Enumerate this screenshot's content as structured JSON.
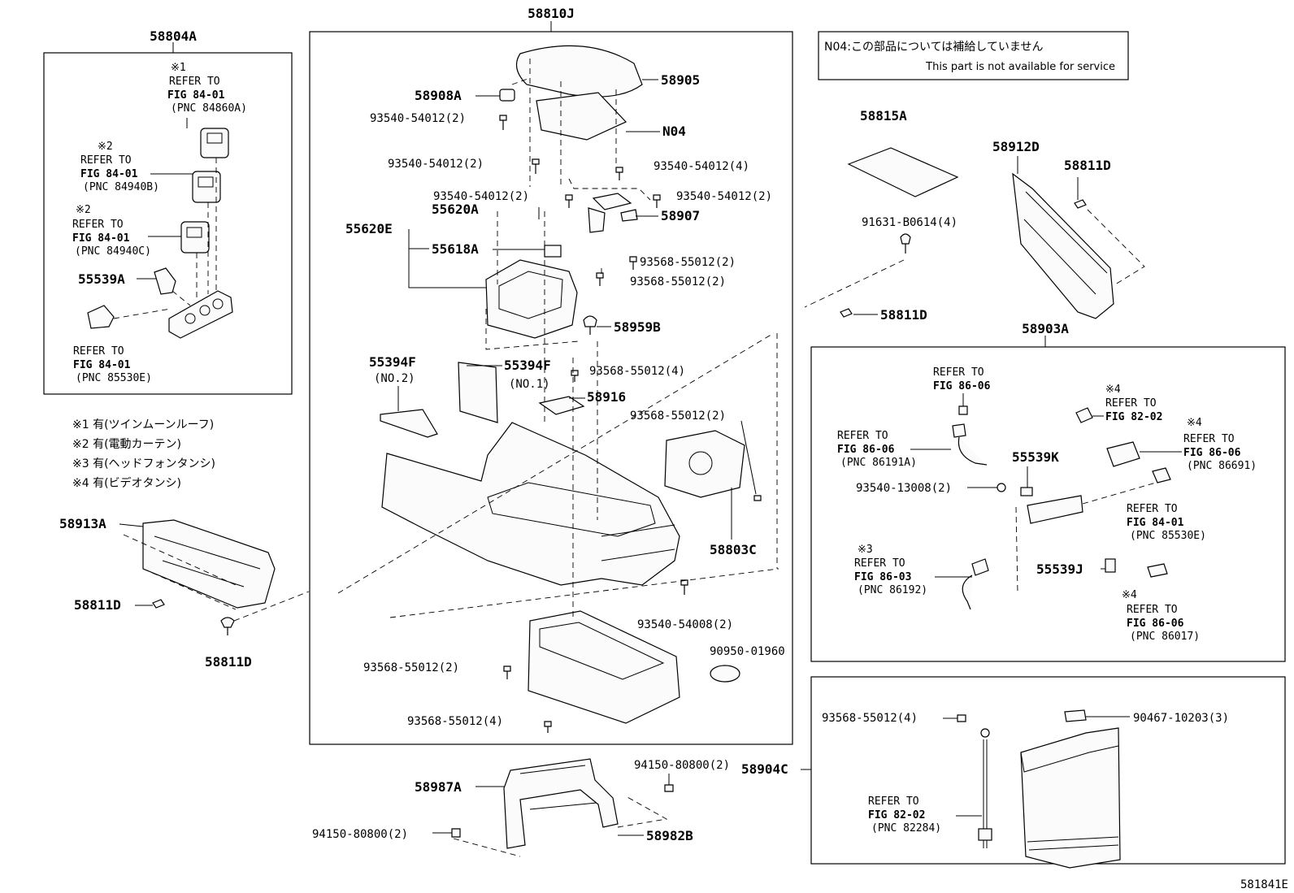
{
  "header": {
    "assembly_main": "58810J",
    "assembly_left": "58804A",
    "assembly_right": "58903A",
    "assembly_box": "58904C",
    "diagram_number": "581841E"
  },
  "notice": {
    "code_line": "N04:この部品については補給していません",
    "english_line": "This part is not available for service"
  },
  "left_box": {
    "ref1": {
      "mark": "※1",
      "line1": "REFER TO",
      "line2": "FIG 84-01",
      "line3": "(PNC 84860A)"
    },
    "ref2": {
      "mark": "※2",
      "line1": "REFER TO",
      "line2": "FIG 84-01",
      "line3": "(PNC 84940B)"
    },
    "ref3": {
      "mark": "※2",
      "line1": "REFER TO",
      "line2": "FIG 84-01",
      "line3": "(PNC 84940C)"
    },
    "part": "55539A",
    "ref4": {
      "line1": "REFER TO",
      "line2": "FIG 84-01",
      "line3": "(PNC 85530E)"
    }
  },
  "legend": [
    "※1 有(ツインムーンルーフ)",
    "※2 有(電動カーテン)",
    "※3 有(ヘッドフォンタンシ)",
    "※4 有(ビデオタンシ)"
  ],
  "main_parts": {
    "p58905": "58905",
    "p58908A": "58908A",
    "b1": "93540-54012(2)",
    "n04": "N04",
    "b2": "93540-54012(2)",
    "b3": "93540-54012(4)",
    "b4": "93540-54012(2)",
    "b5": "93540-54012(2)",
    "p55620A": "55620A",
    "p55620E": "55620E",
    "p58907": "58907",
    "p55618A": "55618A",
    "s1": "93568-55012(2)",
    "s2": "93568-55012(2)",
    "p58959B": "58959B",
    "p55394F_a": "55394F",
    "p55394F_a_sub": "(NO.2)",
    "p55394F_b": "55394F",
    "p55394F_b_sub": "(NO.1)",
    "s3": "93568-55012(4)",
    "p58916": "58916",
    "s4": "93568-55012(2)",
    "p58803C": "58803C",
    "b6": "93540-54008(2)",
    "p90950": "90950-01960",
    "s5": "93568-55012(2)",
    "s6": "93568-55012(4)"
  },
  "left_side": {
    "p58913A": "58913A",
    "clip1": "58811D",
    "clip2": "58811D"
  },
  "right_top": {
    "p58815A": "58815A",
    "p58912D": "58912D",
    "clip_top": "58811D",
    "p91631": "91631-B0614(4)",
    "clip_mid": "58811D"
  },
  "right_box": {
    "refA": {
      "line1": "REFER TO",
      "line2": "FIG 86-06"
    },
    "refB": {
      "mark": "※4",
      "line1": "REFER TO",
      "line2": "FIG 82-02"
    },
    "refC": {
      "mark": "※4",
      "line1": "REFER TO",
      "line2": "FIG 86-06",
      "line3": "(PNC 86691)"
    },
    "refD": {
      "line1": "REFER TO",
      "line2": "FIG 86-06",
      "line3": "(PNC 86191A)"
    },
    "p55539K": "55539K",
    "bolt": "93540-13008(2)",
    "refE": {
      "line1": "REFER TO",
      "line2": "FIG 84-01",
      "line3": "(PNC 85530E)"
    },
    "refF": {
      "mark": "※3",
      "line1": "REFER TO",
      "line2": "FIG 86-03",
      "line3": "(PNC 86192)"
    },
    "p55539J": "55539J",
    "refG": {
      "mark": "※4",
      "line1": "REFER TO",
      "line2": "FIG 86-06",
      "line3": "(PNC 86017)"
    }
  },
  "box_assy": {
    "screw": "93568-55012(4)",
    "clip": "90467-10203(3)",
    "ref": {
      "line1": "REFER TO",
      "line2": "FIG 82-02",
      "line3": "(PNC 82284)"
    }
  },
  "bottom": {
    "p58987A": "58987A",
    "n1": "94150-80800(2)",
    "n2": "94150-80800(2)",
    "p58982B": "58982B"
  }
}
